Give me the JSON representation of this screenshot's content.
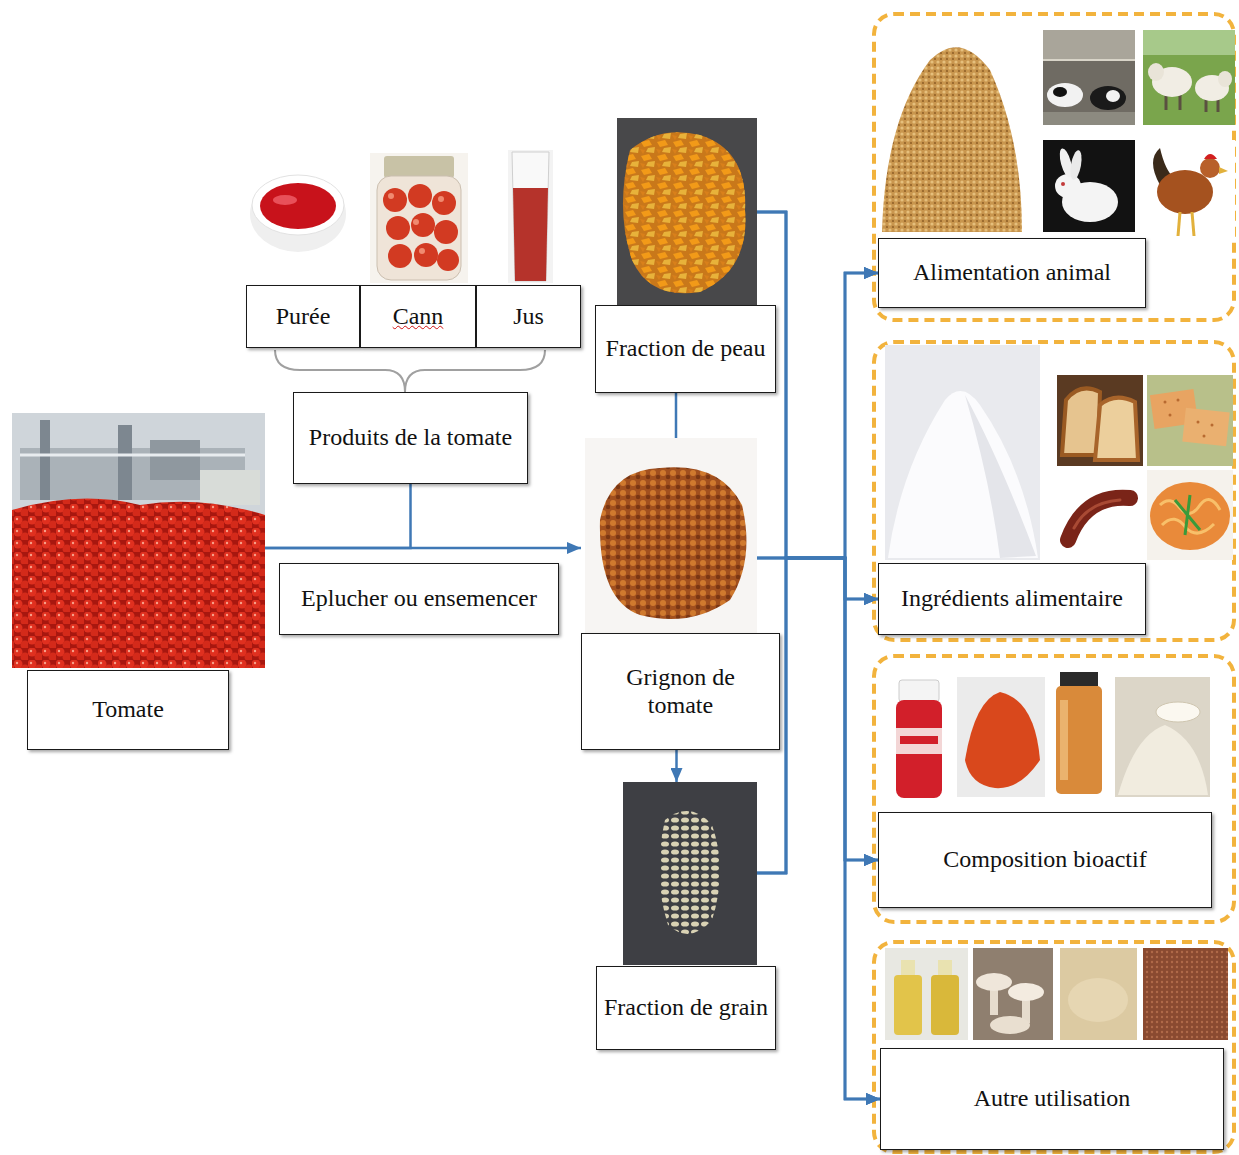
{
  "diagram": {
    "nodes": [
      {
        "text": [
          "Purée"
        ]
      },
      {
        "text": [
          "Cann"
        ]
      },
      {
        "text": [
          "Jus"
        ]
      },
      {
        "text": [
          "Produits de la tomate"
        ]
      },
      {
        "text": [
          "Tomate"
        ]
      },
      {
        "text": [
          "Eplucher ou ensemencer"
        ]
      },
      {
        "text": [
          "Fraction de peau"
        ]
      },
      {
        "text": [
          "Grignon de tomate"
        ]
      },
      {
        "text": [
          "Fraction de grain"
        ]
      },
      {
        "text": [
          "Alimentation animal"
        ]
      },
      {
        "text": [
          "Ingrédients alimentaire"
        ]
      },
      {
        "text": [
          "Composition bioactif"
        ]
      },
      {
        "text": [
          "Autre utilisation"
        ]
      }
    ],
    "edges": [
      {
        "from": 4,
        "to": 7,
        "arrow": "to"
      },
      {
        "from": 4,
        "to": 3,
        "arrow": "none"
      },
      {
        "from": 6,
        "to": 7,
        "arrow": "none"
      },
      {
        "from": 7,
        "to": 8,
        "arrow": "to"
      },
      {
        "from": 6,
        "to": 9,
        "arrow": "to"
      },
      {
        "from": 6,
        "to": 10,
        "arrow": "to"
      },
      {
        "from": 6,
        "to": 11,
        "arrow": "to"
      },
      {
        "from": 6,
        "to": 12,
        "arrow": "to"
      },
      {
        "from": 7,
        "to": 9,
        "arrow": "to"
      },
      {
        "from": 7,
        "to": 10,
        "arrow": "to"
      },
      {
        "from": 7,
        "to": 11,
        "arrow": "to"
      },
      {
        "from": 7,
        "to": 12,
        "arrow": "to"
      },
      {
        "from": 8,
        "to": 9,
        "arrow": "to"
      },
      {
        "from": 8,
        "to": 10,
        "arrow": "to"
      },
      {
        "from": 8,
        "to": 11,
        "arrow": "to"
      },
      {
        "from": 8,
        "to": 12,
        "arrow": "to"
      }
    ]
  }
}
